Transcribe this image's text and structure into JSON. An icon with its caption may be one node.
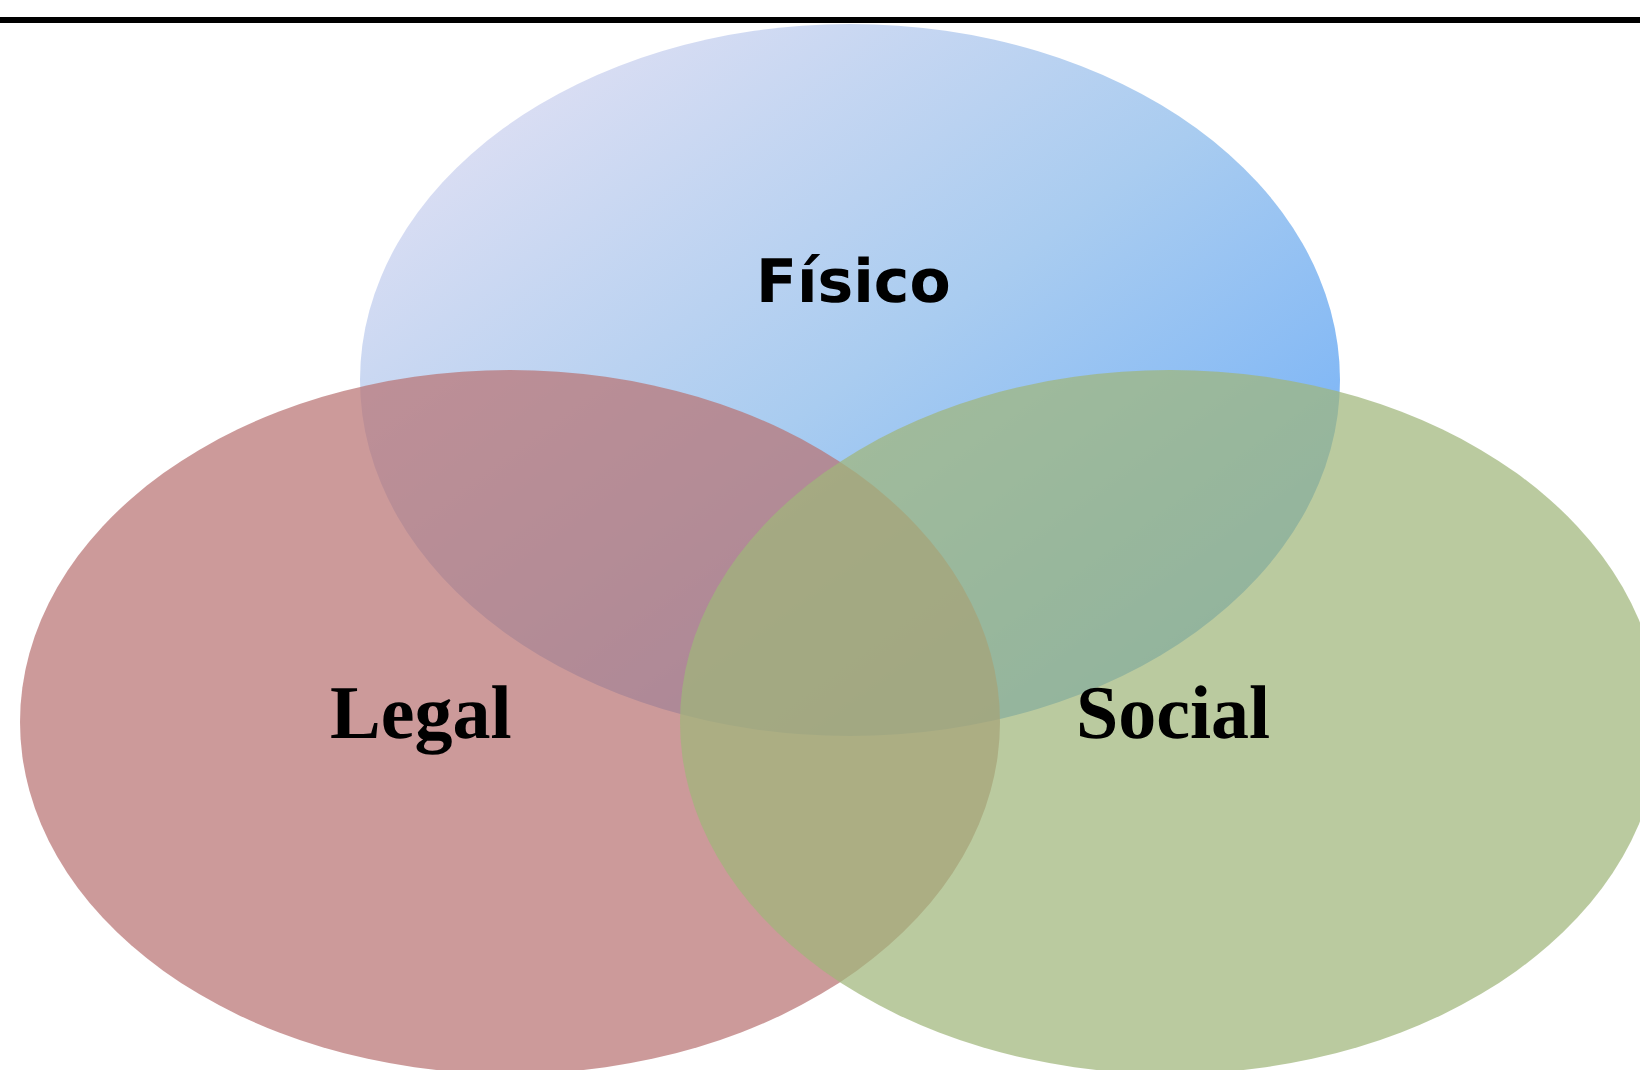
{
  "diagram": {
    "nodes": [
      {
        "text": [
          "Físico"
        ]
      },
      {
        "text": [
          "Legal"
        ]
      },
      {
        "text": [
          "Social"
        ]
      }
    ]
  }
}
